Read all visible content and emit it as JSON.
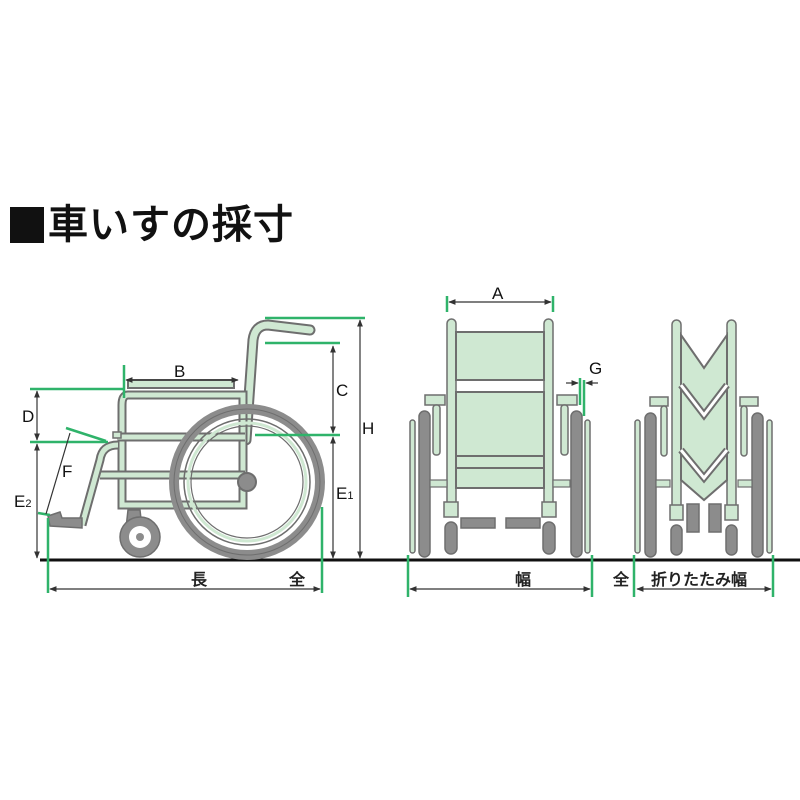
{
  "title": {
    "marker": "■",
    "text": "車いすの採寸"
  },
  "colors": {
    "frame_fill": "#cfe8d2",
    "frame_stroke": "#6e6e6e",
    "wheel": "#8c8c8c",
    "guide_green": "#2fb36a",
    "dim_line": "#333333",
    "ground": "#111111"
  },
  "side_view": {
    "labels": {
      "A": "A",
      "B": "B",
      "C": "C",
      "D": "D",
      "E1": "E",
      "E1_sub": "1",
      "E2": "E",
      "E2_sub": "2",
      "F": "F",
      "G": "G",
      "H": "H"
    },
    "overall_length_label_1": "長",
    "overall_length_label_2": "全"
  },
  "front_view": {
    "width_label": "幅",
    "overall_prefix": "全"
  },
  "folded_view": {
    "folded_width_label": "折りたたみ幅"
  }
}
